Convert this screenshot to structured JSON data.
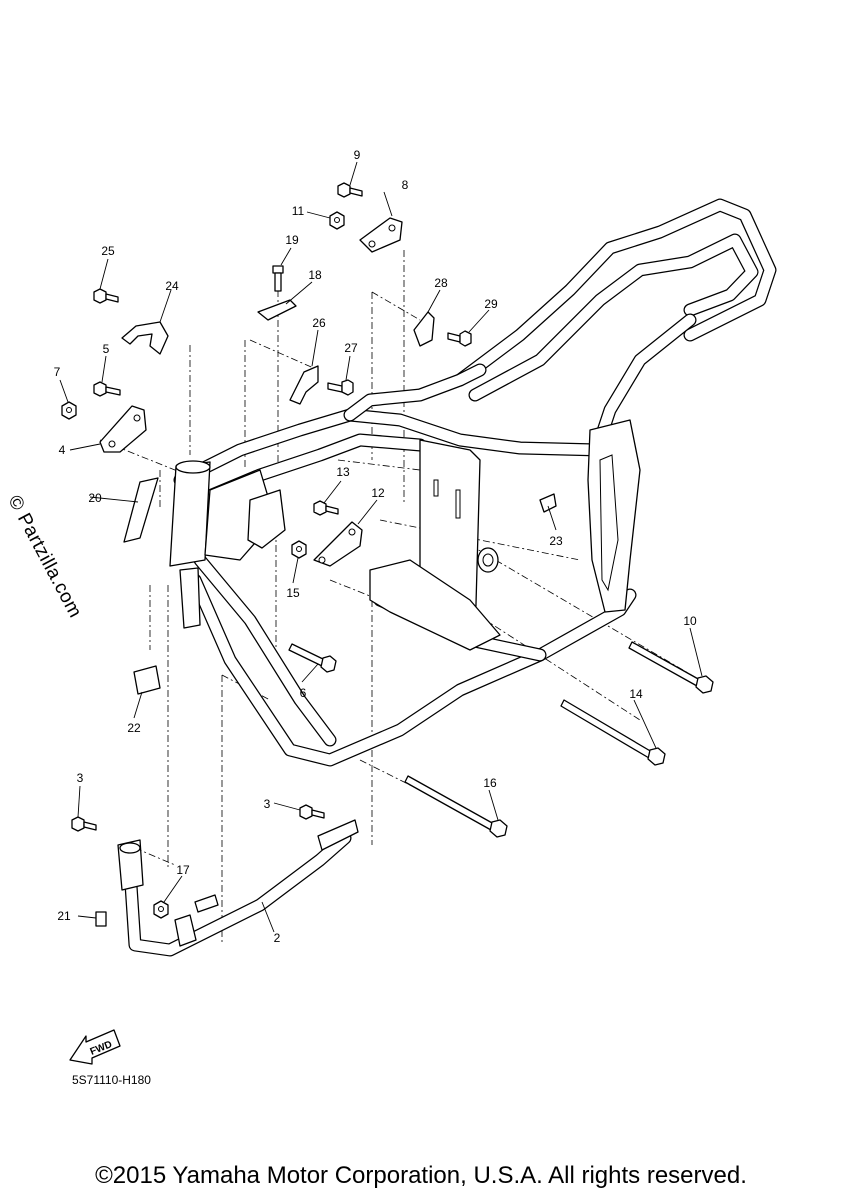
{
  "watermark": "© Partzilla.com",
  "diagram_code": "5S71110-H180",
  "fwd_label": "FWD",
  "copyright": "©2015 Yamaha Motor Corporation, U.S.A. All rights reserved.",
  "callouts": [
    {
      "id": "9",
      "label": "9"
    },
    {
      "id": "8",
      "label": "8"
    },
    {
      "id": "11",
      "label": "11"
    },
    {
      "id": "19",
      "label": "19"
    },
    {
      "id": "25",
      "label": "25"
    },
    {
      "id": "18",
      "label": "18"
    },
    {
      "id": "24",
      "label": "24"
    },
    {
      "id": "28",
      "label": "28"
    },
    {
      "id": "29",
      "label": "29"
    },
    {
      "id": "26",
      "label": "26"
    },
    {
      "id": "5",
      "label": "5"
    },
    {
      "id": "27",
      "label": "27"
    },
    {
      "id": "7",
      "label": "7"
    },
    {
      "id": "4",
      "label": "4"
    },
    {
      "id": "13",
      "label": "13"
    },
    {
      "id": "12",
      "label": "12"
    },
    {
      "id": "20",
      "label": "20"
    },
    {
      "id": "23",
      "label": "23"
    },
    {
      "id": "15",
      "label": "15"
    },
    {
      "id": "10",
      "label": "10"
    },
    {
      "id": "6",
      "label": "6"
    },
    {
      "id": "14",
      "label": "14"
    },
    {
      "id": "22",
      "label": "22"
    },
    {
      "id": "3a",
      "label": "3"
    },
    {
      "id": "3b",
      "label": "3"
    },
    {
      "id": "16",
      "label": "16"
    },
    {
      "id": "17",
      "label": "17"
    },
    {
      "id": "21",
      "label": "21"
    },
    {
      "id": "2",
      "label": "2"
    }
  ]
}
